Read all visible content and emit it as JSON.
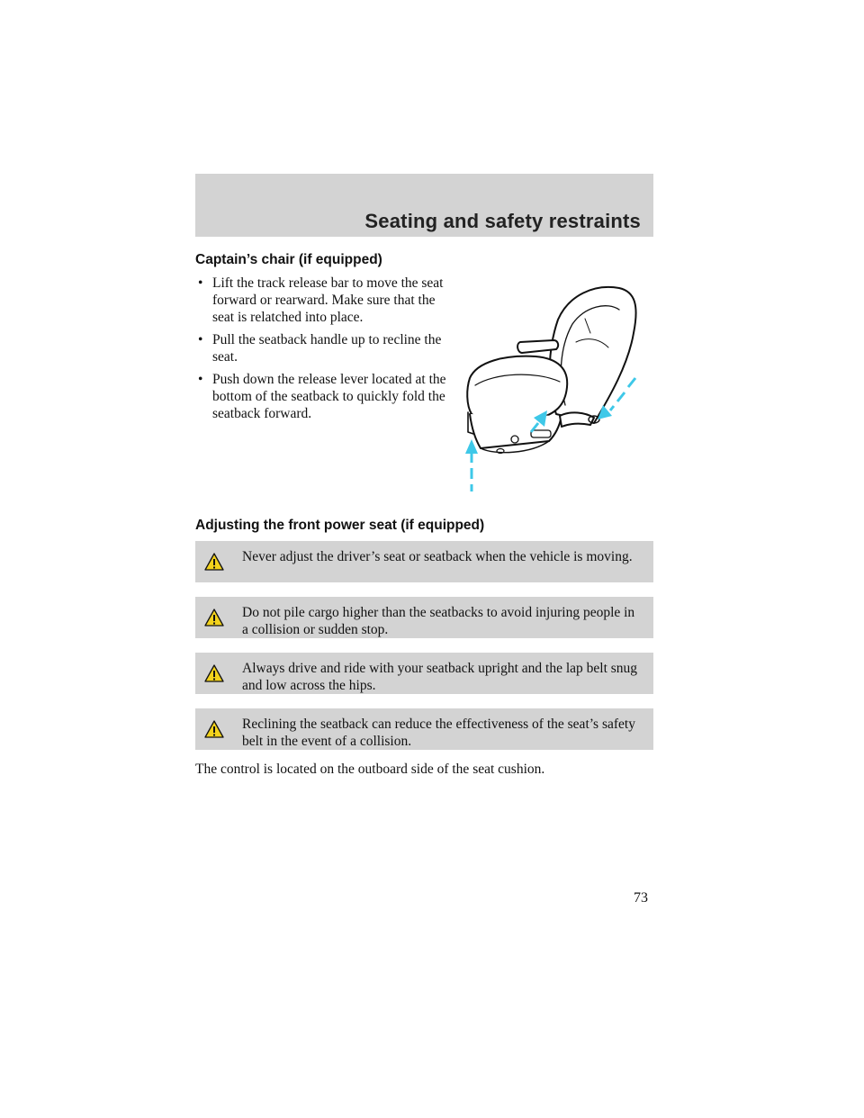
{
  "header": {
    "title": "Seating and safety restraints"
  },
  "captains_chair": {
    "heading": "Captain’s chair (if equipped)",
    "bullet_symbol": "•",
    "bullets": [
      "Lift the track release bar to move the seat forward or rearward. Make sure that the seat is relatched into place.",
      "Pull the seatback handle up to recline the seat.",
      "Push down the release lever located at the bottom of the seatback to quickly fold the seatback forward."
    ]
  },
  "power_seat": {
    "heading": "Adjusting the front power seat (if equipped)",
    "warnings": [
      "Never adjust the driver’s seat or seatback when the vehicle is moving.",
      "Do not pile cargo higher than the seatbacks to avoid injuring people in a collision or sudden stop.",
      "Always drive and ride with your seatback upright and the lap belt snug and low across the hips.",
      "Reclining the seatback can reduce the effectiveness of the seat’s safety belt in the event of a collision."
    ],
    "body": "The control is located on the outboard side of the seat cushion."
  },
  "page_number": "73",
  "colors": {
    "band": "#d3d3d3",
    "arrow": "#3ec8e8",
    "warning_icon": "#f2d21c"
  },
  "icons": {
    "warning": "warning-triangle-icon",
    "figure": "captains-chair-illustration"
  }
}
